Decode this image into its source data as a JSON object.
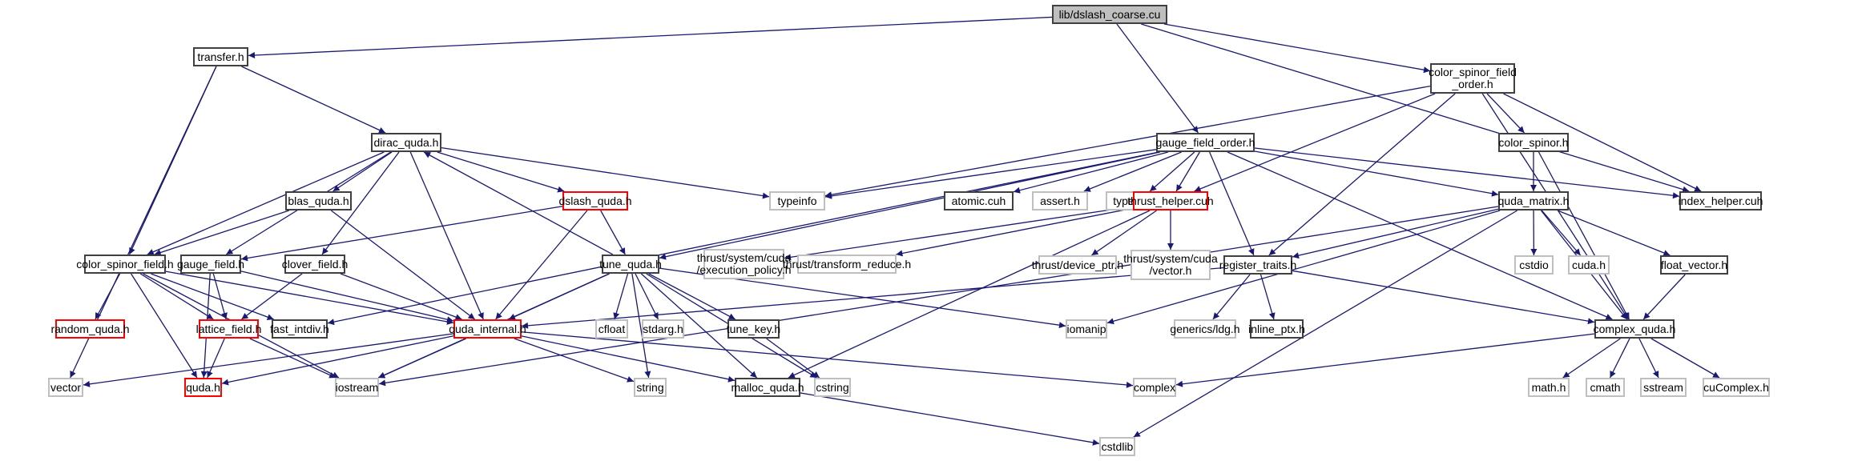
{
  "title": "lib/dslash_coarse.cu",
  "colors": {
    "edge": "#191970",
    "root_fill": "#bfbfbf",
    "truncated_border": "#ff0000",
    "external_border": "#bfbfbf",
    "normal_border": "#404040"
  },
  "nodes": [
    {
      "id": "root",
      "label": "lib/dslash_coarse.cu",
      "kind": "root"
    },
    {
      "id": "transfer",
      "label": "transfer.h",
      "kind": "normal"
    },
    {
      "id": "csfo",
      "label": "color_spinor_field\n_order.h",
      "kind": "normal"
    },
    {
      "id": "dirac",
      "label": "dirac_quda.h",
      "kind": "normal"
    },
    {
      "id": "gfo",
      "label": "gauge_field_order.h",
      "kind": "normal"
    },
    {
      "id": "colorspinor",
      "label": "color_spinor.h",
      "kind": "normal"
    },
    {
      "id": "blas",
      "label": "blas_quda.h",
      "kind": "normal"
    },
    {
      "id": "dslash",
      "label": "dslash_quda.h",
      "kind": "red"
    },
    {
      "id": "typeinfo",
      "label": "typeinfo",
      "kind": "ext"
    },
    {
      "id": "atomic",
      "label": "atomic.cuh",
      "kind": "normal"
    },
    {
      "id": "assert",
      "label": "assert.h",
      "kind": "ext"
    },
    {
      "id": "typetraits",
      "label": "type_traits",
      "kind": "ext"
    },
    {
      "id": "thrusthelper",
      "label": "thrust_helper.cuh",
      "kind": "red"
    },
    {
      "id": "qudamatrix",
      "label": "quda_matrix.h",
      "kind": "normal"
    },
    {
      "id": "indexhelper",
      "label": "index_helper.cuh",
      "kind": "normal"
    },
    {
      "id": "csf",
      "label": "color_spinor_field.h",
      "kind": "normal"
    },
    {
      "id": "gaugefield",
      "label": "gauge_field.h",
      "kind": "normal"
    },
    {
      "id": "cloverfield",
      "label": "clover_field.h",
      "kind": "normal"
    },
    {
      "id": "tune",
      "label": "tune_quda.h",
      "kind": "normal"
    },
    {
      "id": "execpolicy",
      "label": "thrust/system/cuda\n/execution_policy.h",
      "kind": "ext"
    },
    {
      "id": "transformreduce",
      "label": "thrust/transform_reduce.h",
      "kind": "ext"
    },
    {
      "id": "deviceptr",
      "label": "thrust/device_ptr.h",
      "kind": "ext"
    },
    {
      "id": "thrustvector",
      "label": "thrust/system/cuda\n/vector.h",
      "kind": "ext"
    },
    {
      "id": "regtraits",
      "label": "register_traits.h",
      "kind": "normal"
    },
    {
      "id": "cstdio",
      "label": "cstdio",
      "kind": "ext"
    },
    {
      "id": "cudah",
      "label": "cuda.h",
      "kind": "ext"
    },
    {
      "id": "floatvector",
      "label": "float_vector.h",
      "kind": "normal"
    },
    {
      "id": "random",
      "label": "random_quda.h",
      "kind": "red"
    },
    {
      "id": "lattice",
      "label": "lattice_field.h",
      "kind": "red"
    },
    {
      "id": "fastintdiv",
      "label": "fast_intdiv.h",
      "kind": "normal"
    },
    {
      "id": "qudainternal",
      "label": "quda_internal.h",
      "kind": "red"
    },
    {
      "id": "cfloat",
      "label": "cfloat",
      "kind": "ext"
    },
    {
      "id": "stdarg",
      "label": "stdarg.h",
      "kind": "ext"
    },
    {
      "id": "tunekey",
      "label": "tune_key.h",
      "kind": "normal"
    },
    {
      "id": "iomanip",
      "label": "iomanip",
      "kind": "ext"
    },
    {
      "id": "ldg",
      "label": "generics/ldg.h",
      "kind": "ext"
    },
    {
      "id": "inlineptx",
      "label": "inline_ptx.h",
      "kind": "normal"
    },
    {
      "id": "complexquda",
      "label": "complex_quda.h",
      "kind": "normal"
    },
    {
      "id": "vector",
      "label": "vector",
      "kind": "ext"
    },
    {
      "id": "qudah",
      "label": "quda.h",
      "kind": "red"
    },
    {
      "id": "iostream",
      "label": "iostream",
      "kind": "ext"
    },
    {
      "id": "string",
      "label": "string",
      "kind": "ext"
    },
    {
      "id": "malloc",
      "label": "malloc_quda.h",
      "kind": "normal"
    },
    {
      "id": "cstring",
      "label": "cstring",
      "kind": "ext"
    },
    {
      "id": "complex",
      "label": "complex",
      "kind": "ext"
    },
    {
      "id": "mathh",
      "label": "math.h",
      "kind": "ext"
    },
    {
      "id": "cmath",
      "label": "cmath",
      "kind": "ext"
    },
    {
      "id": "sstream",
      "label": "sstream",
      "kind": "ext"
    },
    {
      "id": "cucomplex",
      "label": "cuComplex.h",
      "kind": "ext"
    },
    {
      "id": "cstdlib",
      "label": "cstdlib",
      "kind": "ext"
    }
  ],
  "edges": [
    [
      "root",
      "transfer"
    ],
    [
      "root",
      "gfo"
    ],
    [
      "root",
      "csfo"
    ],
    [
      "root",
      "indexhelper"
    ],
    [
      "transfer",
      "dirac"
    ],
    [
      "transfer",
      "csf"
    ],
    [
      "transfer",
      "vector"
    ],
    [
      "csfo",
      "colorspinor"
    ],
    [
      "csfo",
      "indexhelper"
    ],
    [
      "csfo",
      "complexquda"
    ],
    [
      "csfo",
      "regtraits"
    ],
    [
      "csfo",
      "thrusthelper"
    ],
    [
      "csfo",
      "typeinfo"
    ],
    [
      "dirac",
      "blas"
    ],
    [
      "dirac",
      "dslash"
    ],
    [
      "dirac",
      "csf"
    ],
    [
      "dirac",
      "gaugefield"
    ],
    [
      "dirac",
      "cloverfield"
    ],
    [
      "dirac",
      "qudainternal"
    ],
    [
      "dirac",
      "typeinfo"
    ],
    [
      "gfo",
      "tune"
    ],
    [
      "gfo",
      "typeinfo"
    ],
    [
      "gfo",
      "atomic"
    ],
    [
      "gfo",
      "assert"
    ],
    [
      "gfo",
      "typetraits"
    ],
    [
      "gfo",
      "thrusthelper"
    ],
    [
      "gfo",
      "qudamatrix"
    ],
    [
      "gfo",
      "indexhelper"
    ],
    [
      "gfo",
      "regtraits"
    ],
    [
      "gfo",
      "complexquda"
    ],
    [
      "gfo",
      "fastintdiv"
    ],
    [
      "colorspinor",
      "qudamatrix"
    ],
    [
      "colorspinor",
      "complexquda"
    ],
    [
      "blas",
      "csf"
    ],
    [
      "blas",
      "qudainternal"
    ],
    [
      "dslash",
      "tune"
    ],
    [
      "dslash",
      "gaugefield"
    ],
    [
      "dslash",
      "qudainternal"
    ],
    [
      "thrusthelper",
      "execpolicy"
    ],
    [
      "thrusthelper",
      "transformreduce"
    ],
    [
      "thrusthelper",
      "deviceptr"
    ],
    [
      "thrusthelper",
      "thrustvector"
    ],
    [
      "thrusthelper",
      "malloc"
    ],
    [
      "qudamatrix",
      "regtraits"
    ],
    [
      "qudamatrix",
      "cstdio"
    ],
    [
      "qudamatrix",
      "cudah"
    ],
    [
      "qudamatrix",
      "floatvector"
    ],
    [
      "qudamatrix",
      "complexquda"
    ],
    [
      "qudamatrix",
      "iomanip"
    ],
    [
      "qudamatrix",
      "cstdlib"
    ],
    [
      "qudamatrix",
      "iostream"
    ],
    [
      "csf",
      "random"
    ],
    [
      "csf",
      "lattice"
    ],
    [
      "csf",
      "fastintdiv"
    ],
    [
      "csf",
      "qudainternal"
    ],
    [
      "csf",
      "qudah"
    ],
    [
      "csf",
      "iostream"
    ],
    [
      "gaugefield",
      "lattice"
    ],
    [
      "gaugefield",
      "qudainternal"
    ],
    [
      "gaugefield",
      "qudah"
    ],
    [
      "cloverfield",
      "lattice"
    ],
    [
      "cloverfield",
      "qudainternal"
    ],
    [
      "tune",
      "dirac"
    ],
    [
      "tune",
      "qudainternal"
    ],
    [
      "tune",
      "cfloat"
    ],
    [
      "tune",
      "stdarg"
    ],
    [
      "tune",
      "tunekey"
    ],
    [
      "tune",
      "iostream"
    ],
    [
      "tune",
      "string"
    ],
    [
      "tune",
      "iomanip"
    ],
    [
      "tune",
      "cstring"
    ],
    [
      "tune",
      "malloc"
    ],
    [
      "regtraits",
      "qudainternal"
    ],
    [
      "regtraits",
      "ldg"
    ],
    [
      "regtraits",
      "inlineptx"
    ],
    [
      "regtraits",
      "complexquda"
    ],
    [
      "floatvector",
      "complexquda"
    ],
    [
      "lattice",
      "qudah"
    ],
    [
      "lattice",
      "iostream"
    ],
    [
      "qudainternal",
      "vector"
    ],
    [
      "qudainternal",
      "qudah"
    ],
    [
      "qudainternal",
      "iostream"
    ],
    [
      "qudainternal",
      "string"
    ],
    [
      "qudainternal",
      "malloc"
    ],
    [
      "qudainternal",
      "complex"
    ],
    [
      "tunekey",
      "cstring"
    ],
    [
      "malloc",
      "cstdlib"
    ],
    [
      "complexquda",
      "complex"
    ],
    [
      "complexquda",
      "mathh"
    ],
    [
      "complexquda",
      "cmath"
    ],
    [
      "complexquda",
      "sstream"
    ],
    [
      "complexquda",
      "cucomplex"
    ]
  ]
}
